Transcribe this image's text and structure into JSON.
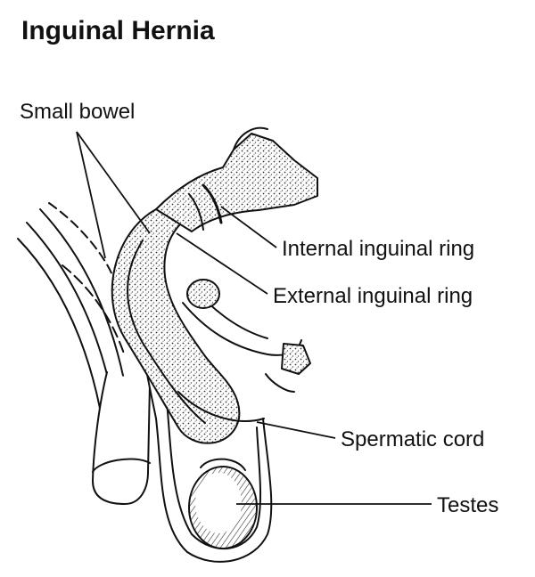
{
  "title": "Inguinal Hernia",
  "labels": {
    "small_bowel": "Small bowel",
    "internal_ring": "Internal inguinal ring",
    "external_ring": "External inguinal ring",
    "spermatic_cord": "Spermatic cord",
    "testes": "Testes"
  },
  "colors": {
    "ink": "#111111",
    "background": "#ffffff",
    "stipple": "#444444"
  }
}
